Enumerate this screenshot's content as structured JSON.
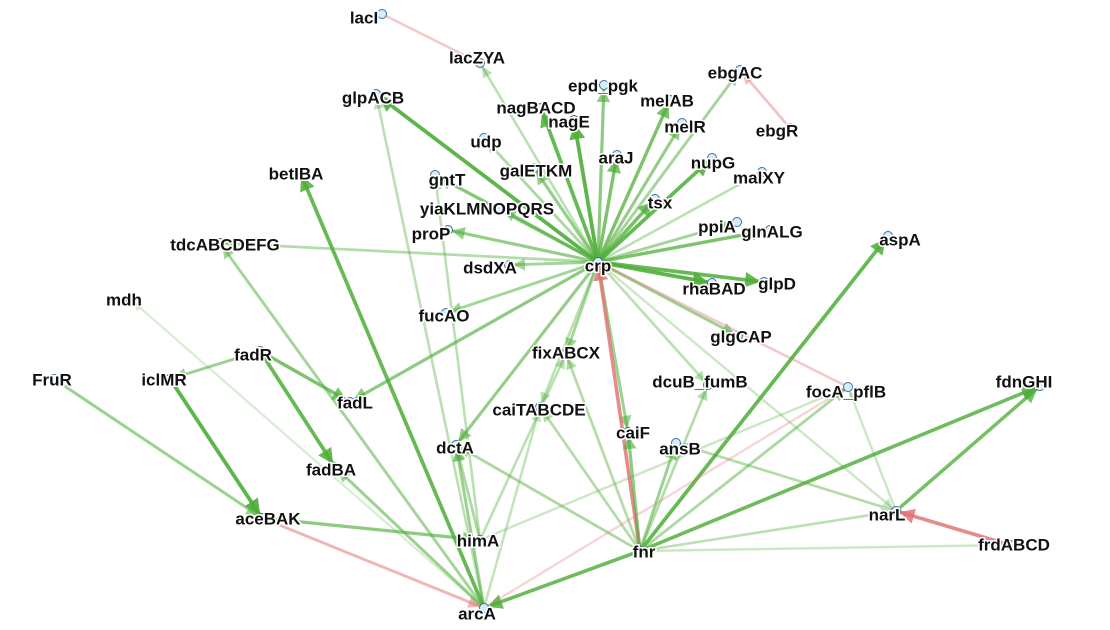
{
  "diagram": {
    "colors": {
      "activation": "#4fae3a",
      "repression": "#e07272",
      "node_fill": "#d6ecfb",
      "node_stroke": "#3f6e9a",
      "label": "#111111"
    },
    "nodes": [
      {
        "id": "lacI",
        "label": "lacI"
      },
      {
        "id": "lacZYA",
        "label": "lacZYA"
      },
      {
        "id": "epd_pgk",
        "label": "epd_pgk"
      },
      {
        "id": "ebgAC",
        "label": "ebgAC"
      },
      {
        "id": "glpACB",
        "label": "glpACB"
      },
      {
        "id": "nagBACD",
        "label": "nagBACD"
      },
      {
        "id": "melAB",
        "label": "melAB"
      },
      {
        "id": "nagE",
        "label": "nagE"
      },
      {
        "id": "melR",
        "label": "melR"
      },
      {
        "id": "ebgR",
        "label": "ebgR"
      },
      {
        "id": "udp",
        "label": "udp"
      },
      {
        "id": "araJ",
        "label": "araJ"
      },
      {
        "id": "nupG",
        "label": "nupG"
      },
      {
        "id": "betIBA",
        "label": "betIBA"
      },
      {
        "id": "gntT",
        "label": "gntT"
      },
      {
        "id": "galETKM",
        "label": "galETKM"
      },
      {
        "id": "malXY",
        "label": "malXY"
      },
      {
        "id": "yiaKLMNOPQRS",
        "label": "yiaKLMNOPQRS"
      },
      {
        "id": "tsx",
        "label": "tsx"
      },
      {
        "id": "ppiA",
        "label": "ppiA"
      },
      {
        "id": "glnALG",
        "label": "glnALG"
      },
      {
        "id": "tdcABCDEFG",
        "label": "tdcABCDEFG"
      },
      {
        "id": "proP",
        "label": "proP"
      },
      {
        "id": "aspA",
        "label": "aspA"
      },
      {
        "id": "dsdXA",
        "label": "dsdXA"
      },
      {
        "id": "crp",
        "label": "crp"
      },
      {
        "id": "rhaBAD",
        "label": "rhaBAD"
      },
      {
        "id": "glpD",
        "label": "glpD"
      },
      {
        "id": "mdh",
        "label": "mdh"
      },
      {
        "id": "fucAO",
        "label": "fucAO"
      },
      {
        "id": "glgCAP",
        "label": "glgCAP"
      },
      {
        "id": "fadR",
        "label": "fadR"
      },
      {
        "id": "fixABCX",
        "label": "fixABCX"
      },
      {
        "id": "FruR",
        "label": "FruR"
      },
      {
        "id": "iclMR",
        "label": "iclMR"
      },
      {
        "id": "dcuB_fumB",
        "label": "dcuB_fumB"
      },
      {
        "id": "fadL",
        "label": "fadL"
      },
      {
        "id": "focA_pflB",
        "label": "focA_pflB"
      },
      {
        "id": "fdnGHI",
        "label": "fdnGHI"
      },
      {
        "id": "caiTABCDE",
        "label": "caiTABCDE"
      },
      {
        "id": "caiF",
        "label": "caiF"
      },
      {
        "id": "ansB",
        "label": "ansB"
      },
      {
        "id": "dctA",
        "label": "dctA"
      },
      {
        "id": "fadBA",
        "label": "fadBA"
      },
      {
        "id": "narL",
        "label": "narL"
      },
      {
        "id": "aceBAK",
        "label": "aceBAK"
      },
      {
        "id": "himA",
        "label": "himA"
      },
      {
        "id": "frdABCD",
        "label": "frdABCD"
      },
      {
        "id": "fnr",
        "label": "fnr"
      },
      {
        "id": "arcA",
        "label": "arcA"
      }
    ],
    "edges": [
      {
        "source": "crp",
        "target": "lacZYA",
        "sign": "activation",
        "strength": 0.3
      },
      {
        "source": "crp",
        "target": "glpACB",
        "sign": "activation",
        "strength": 0.9
      },
      {
        "source": "crp",
        "target": "nagBACD",
        "sign": "activation",
        "strength": 0.85
      },
      {
        "source": "crp",
        "target": "nagE",
        "sign": "activation",
        "strength": 0.9
      },
      {
        "source": "crp",
        "target": "epd_pgk",
        "sign": "activation",
        "strength": 0.6
      },
      {
        "source": "crp",
        "target": "melAB",
        "sign": "activation",
        "strength": 0.7
      },
      {
        "source": "crp",
        "target": "ebgAC",
        "sign": "activation",
        "strength": 0.45
      },
      {
        "source": "crp",
        "target": "melR",
        "sign": "activation",
        "strength": 0.55
      },
      {
        "source": "crp",
        "target": "udp",
        "sign": "activation",
        "strength": 0.4
      },
      {
        "source": "crp",
        "target": "araJ",
        "sign": "activation",
        "strength": 0.7
      },
      {
        "source": "crp",
        "target": "nupG",
        "sign": "activation",
        "strength": 0.85
      },
      {
        "source": "crp",
        "target": "gntT",
        "sign": "activation",
        "strength": 0.65
      },
      {
        "source": "crp",
        "target": "galETKM",
        "sign": "activation",
        "strength": 0.55
      },
      {
        "source": "crp",
        "target": "malXY",
        "sign": "activation",
        "strength": 0.3
      },
      {
        "source": "crp",
        "target": "yiaKLMNOPQRS",
        "sign": "activation",
        "strength": 0.5
      },
      {
        "source": "crp",
        "target": "tsx",
        "sign": "activation",
        "strength": 0.75
      },
      {
        "source": "crp",
        "target": "ppiA",
        "sign": "activation",
        "strength": 0.45
      },
      {
        "source": "crp",
        "target": "glnALG",
        "sign": "activation",
        "strength": 0.7
      },
      {
        "source": "crp",
        "target": "tdcABCDEFG",
        "sign": "activation",
        "strength": 0.35
      },
      {
        "source": "crp",
        "target": "proP",
        "sign": "activation",
        "strength": 0.55
      },
      {
        "source": "crp",
        "target": "dsdXA",
        "sign": "activation",
        "strength": 0.45
      },
      {
        "source": "crp",
        "target": "rhaBAD",
        "sign": "activation",
        "strength": 0.9
      },
      {
        "source": "crp",
        "target": "glpD",
        "sign": "activation",
        "strength": 0.85
      },
      {
        "source": "crp",
        "target": "fucAO",
        "sign": "activation",
        "strength": 0.45
      },
      {
        "source": "crp",
        "target": "glgCAP",
        "sign": "activation",
        "strength": 0.5
      },
      {
        "source": "crp",
        "target": "fixABCX",
        "sign": "activation",
        "strength": 0.45
      },
      {
        "source": "crp",
        "target": "fadL",
        "sign": "activation",
        "strength": 0.6
      },
      {
        "source": "crp",
        "target": "caiTABCDE",
        "sign": "activation",
        "strength": 0.3
      },
      {
        "source": "crp",
        "target": "caiF",
        "sign": "activation",
        "strength": 0.5
      },
      {
        "source": "crp",
        "target": "dcuB_fumB",
        "sign": "activation",
        "strength": 0.3
      },
      {
        "source": "crp",
        "target": "dctA",
        "sign": "activation",
        "strength": 0.55
      },
      {
        "source": "crp",
        "target": "narL",
        "sign": "activation",
        "strength": 0.2
      },
      {
        "source": "lacI",
        "target": "lacZYA",
        "sign": "repression",
        "strength": 0.3
      },
      {
        "source": "ebgR",
        "target": "ebgAC",
        "sign": "repression",
        "strength": 0.35
      },
      {
        "source": "focA_pflB",
        "target": "crp",
        "sign": "repression",
        "strength": 0.3
      },
      {
        "source": "fnr",
        "target": "crp",
        "sign": "repression",
        "strength": 0.8
      },
      {
        "source": "fnr",
        "target": "aspA",
        "sign": "activation",
        "strength": 0.85
      },
      {
        "source": "fnr",
        "target": "fdnGHI",
        "sign": "activation",
        "strength": 0.8
      },
      {
        "source": "fnr",
        "target": "focA_pflB",
        "sign": "activation",
        "strength": 0.4
      },
      {
        "source": "fnr",
        "target": "caiF",
        "sign": "activation",
        "strength": 0.6
      },
      {
        "source": "fnr",
        "target": "ansB",
        "sign": "activation",
        "strength": 0.5
      },
      {
        "source": "fnr",
        "target": "dcuB_fumB",
        "sign": "activation",
        "strength": 0.35
      },
      {
        "source": "fnr",
        "target": "narL",
        "sign": "activation",
        "strength": 0.3
      },
      {
        "source": "fnr",
        "target": "dctA",
        "sign": "activation",
        "strength": 0.4
      },
      {
        "source": "fnr",
        "target": "caiTABCDE",
        "sign": "activation",
        "strength": 0.35
      },
      {
        "source": "fnr",
        "target": "fixABCX",
        "sign": "activation",
        "strength": 0.35
      },
      {
        "source": "fnr",
        "target": "arcA",
        "sign": "activation",
        "strength": 0.8
      },
      {
        "source": "fnr",
        "target": "frdABCD",
        "sign": "activation",
        "strength": 0.2
      },
      {
        "source": "frdABCD",
        "target": "narL",
        "sign": "repression",
        "strength": 0.8
      },
      {
        "source": "narL",
        "target": "fdnGHI",
        "sign": "activation",
        "strength": 0.75
      },
      {
        "source": "narL",
        "target": "ansB",
        "sign": "activation",
        "strength": 0.35
      },
      {
        "source": "narL",
        "target": "focA_pflB",
        "sign": "activation",
        "strength": 0.2
      },
      {
        "source": "fadR",
        "target": "iclMR",
        "sign": "activation",
        "strength": 0.5
      },
      {
        "source": "fadR",
        "target": "fadL",
        "sign": "activation",
        "strength": 0.7
      },
      {
        "source": "fadR",
        "target": "fadBA",
        "sign": "activation",
        "strength": 0.85
      },
      {
        "source": "iclMR",
        "target": "aceBAK",
        "sign": "activation",
        "strength": 0.9
      },
      {
        "source": "FruR",
        "target": "aceBAK",
        "sign": "activation",
        "strength": 0.5
      },
      {
        "source": "aceBAK",
        "target": "arcA",
        "sign": "repression",
        "strength": 0.45
      },
      {
        "source": "aceBAK",
        "target": "himA",
        "sign": "activation",
        "strength": 0.6
      },
      {
        "source": "arcA",
        "target": "betIBA",
        "sign": "activation",
        "strength": 0.85
      },
      {
        "source": "arcA",
        "target": "tdcABCDEFG",
        "sign": "activation",
        "strength": 0.45
      },
      {
        "source": "arcA",
        "target": "dctA",
        "sign": "activation",
        "strength": 0.5
      },
      {
        "source": "arcA",
        "target": "fadBA",
        "sign": "activation",
        "strength": 0.5
      },
      {
        "source": "arcA",
        "target": "glpACB",
        "sign": "activation",
        "strength": 0.3
      },
      {
        "source": "arcA",
        "target": "caiTABCDE",
        "sign": "activation",
        "strength": 0.25
      },
      {
        "source": "arcA",
        "target": "focA_pflB",
        "sign": "repression",
        "strength": 0.2
      },
      {
        "source": "arcA",
        "target": "mdh",
        "sign": "activation",
        "strength": 0.12
      },
      {
        "source": "himA",
        "target": "dctA",
        "sign": "activation",
        "strength": 0.4
      },
      {
        "source": "himA",
        "target": "fixABCX",
        "sign": "activation",
        "strength": 0.3
      },
      {
        "source": "himA",
        "target": "focA_pflB",
        "sign": "activation",
        "strength": 0.2
      },
      {
        "source": "himA",
        "target": "gntT",
        "sign": "activation",
        "strength": 0.3
      }
    ]
  }
}
